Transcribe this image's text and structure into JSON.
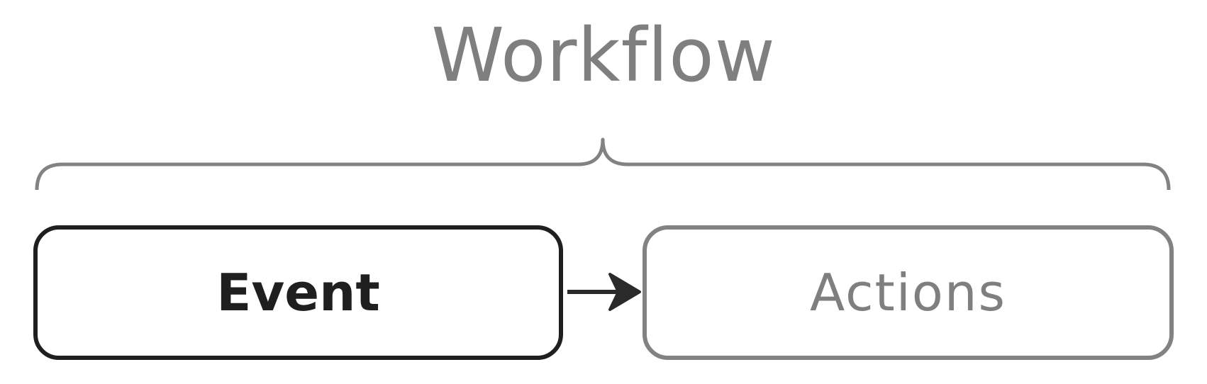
{
  "diagram": {
    "title": "Workflow",
    "nodes": [
      {
        "label": "Event"
      },
      {
        "label": "Actions"
      }
    ],
    "edges": [
      {
        "from": "Event",
        "to": "Actions"
      }
    ],
    "group": {
      "label": "Workflow",
      "members": [
        "Event",
        "Actions"
      ]
    },
    "colors": {
      "event_stroke": "#1f1f1f",
      "actions_stroke": "#828282",
      "title_text": "#7f7f7f",
      "brace_stroke": "#828282",
      "arrow": "#2a2a2a"
    }
  }
}
